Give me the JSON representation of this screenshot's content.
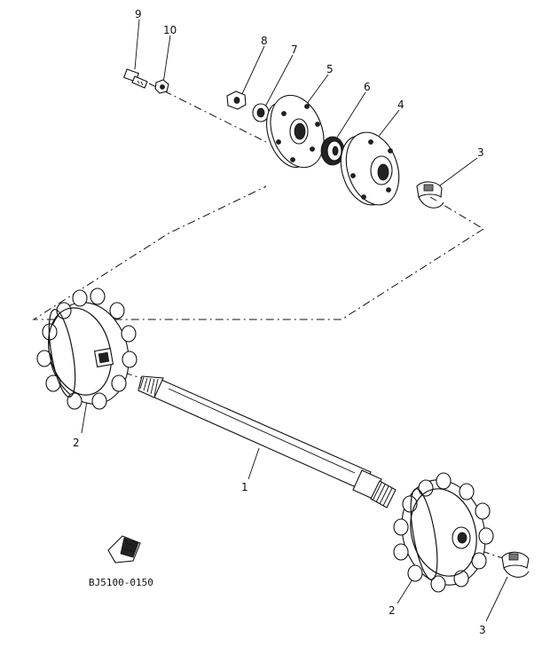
{
  "callouts": {
    "c1": "1",
    "c2_left": "2",
    "c2_right": "2",
    "c3_top": "3",
    "c3_bottom": "3",
    "c4": "4",
    "c5": "5",
    "c6": "6",
    "c7": "7",
    "c8": "8",
    "c9": "9",
    "c10": "10"
  },
  "diagram_code": "BJ5100-0150",
  "icons": {
    "reference_symbol": "arrow-box-icon"
  }
}
